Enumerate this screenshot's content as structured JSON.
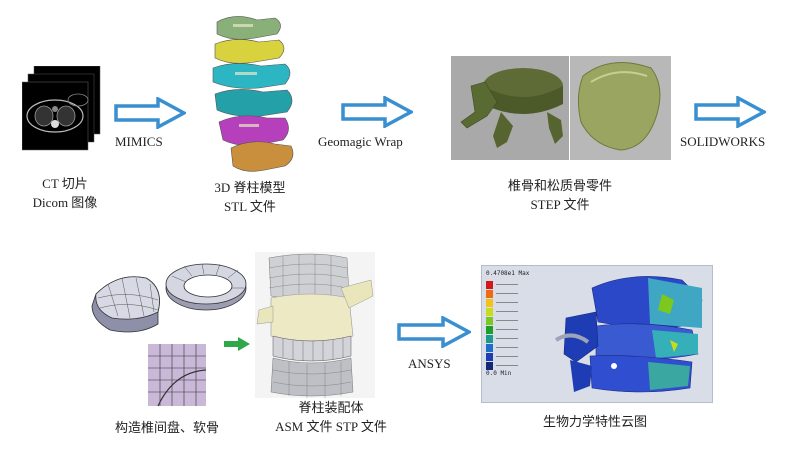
{
  "steps": {
    "ct": {
      "line1": "CT 切片",
      "line2": "Dicom 图像"
    },
    "spine3d": {
      "line1": "3D 脊柱模型",
      "line2": "STL 文件"
    },
    "vertebra": {
      "line1": "椎骨和松质骨零件",
      "line2": "STEP 文件"
    },
    "disc": {
      "line1": "构造椎间盘、软骨"
    },
    "assembly": {
      "line1": "脊柱装配体",
      "line2": "ASM 文件  STP 文件"
    },
    "result": {
      "line1": "生物力学特性云图"
    }
  },
  "arrows": {
    "a1": "MIMICS",
    "a2": "Geomagic Wrap",
    "a3": "SOLIDWORKS",
    "a4": "ANSYS"
  },
  "legend": {
    "title": "0.4708e1 Max",
    "min": "0.0 Min",
    "colors": [
      "#d21818",
      "#ee6b14",
      "#f2c316",
      "#c8dc1e",
      "#7cc81e",
      "#1ea028",
      "#1e9a8c",
      "#1e6ec8",
      "#1e3cb4",
      "#142878"
    ]
  },
  "colors": {
    "arrow_blue": "#3a8fd0",
    "green_arrow": "#2fa84a"
  }
}
